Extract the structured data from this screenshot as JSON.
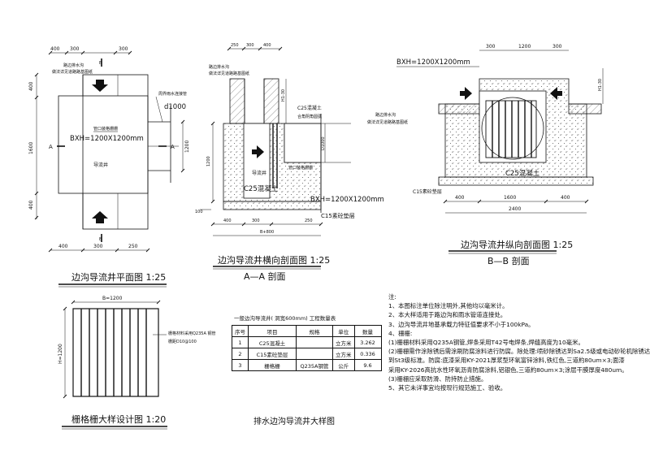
{
  "main_title": "排水边沟导流井大样图",
  "plan": {
    "title": "边沟导流井平面图 1:25",
    "label_side_ditch": "路边排水沟",
    "label_side_ditch_note": "做法详见道路路基图纸",
    "label_pipe": "周界雨水连接管",
    "label_d1000": "d1000",
    "label_grate": "管口装格栅栅",
    "label_size": "BXH=1200X1200mm",
    "label_well": "导流井",
    "section_A": "A",
    "section_B": "B",
    "dim_top": [
      "400",
      "300",
      "300"
    ],
    "dim_bottom": [
      "400",
      "300",
      "250"
    ],
    "dim_left": [
      "400",
      "1600",
      "400"
    ],
    "dim_right": "1200"
  },
  "section_aa": {
    "title": "边沟导流井横向剖面图 1:25",
    "subtitle": "A—A 剖面",
    "label_ditch": "路边排水沟",
    "label_ditch_note": "做法详见道路路基图纸",
    "label_c25": "C25混凝土",
    "label_c25_note": "合角阴角圆弧",
    "label_grate": "管口装格栅栅",
    "label_well": "导流井",
    "label_c25b": "C25混凝土",
    "label_size": "BXH=1200X1200mm",
    "label_c15": "C15素砼垫层",
    "label_d1000": "D1000",
    "dim_bottom": [
      "400",
      "300",
      "250"
    ],
    "dim_total": "B+800",
    "dim_h": "H1-30",
    "dim_left": "1200",
    "dim_100": "100"
  },
  "section_bb": {
    "title": "边沟导流井纵向剖面图 1:25",
    "subtitle": "B—B 剖面",
    "label_size": "BXH=1200X1200mm",
    "label_ditch": "路边排水沟",
    "label_ditch_note": "做法详见道路路基图纸",
    "label_c25": "C25混凝土",
    "label_c15": "C15素砼垫层",
    "dim_bottom": [
      "400",
      "1600",
      "400"
    ],
    "dim_total": "2400",
    "dim_h": "H1-30"
  },
  "grate_detail": {
    "title": "栅格栅大样设计图 1:20",
    "dim_b": "B=1200",
    "dim_h": "H=1200",
    "note1": "栅格材料采用Q235A 钢管",
    "note2": "栅距D10@100"
  },
  "quantity_table": {
    "title": "一般边沟导流井( 洞宽600mm) 工程数量表",
    "headers": [
      "序号",
      "项目",
      "规格",
      "单位",
      "数量"
    ],
    "rows": [
      [
        "1",
        "C25混凝土",
        "",
        "立方米",
        "3.262"
      ],
      [
        "2",
        "C15素砼垫层",
        "",
        "立方米",
        "0.336"
      ],
      [
        "3",
        "栅格栅",
        "Q235A钢管",
        "公斤",
        "9.6"
      ]
    ]
  },
  "notes": [
    "注:",
    "1、本图标注单位除注明外,其他均以毫米计。",
    "2、本大样适用于路边沟和雨水管道连接处。",
    "3、边沟导流井地基承载力特征值要求不小于100kPa。",
    "4、栅栅:",
    "(1)栅栅材料采用Q235A钢管,焊条采用T42号电焊条,焊缝高度为10毫米。",
    "(2)栅栅需作涂除锈后需涂刷防腐涂料进行防腐。除处理:喷砂除锈达到Sa2.5级或电动砂轮机除锈达",
    "到St3级标准。防腐:底漆采用KY-2021厚浆型环氧富锌涂料,铁红色,三道約80um×3;面漆",
    "采用KY-2026高抗水性环氧沥青防腐涂料,铝银色,三道約80um×3;涂层干膜厚度480um。",
    "(3)栅栅应采取防滑、防持防止措施。",
    "5、其它未详事宜均按现行规范施工、验收。"
  ]
}
